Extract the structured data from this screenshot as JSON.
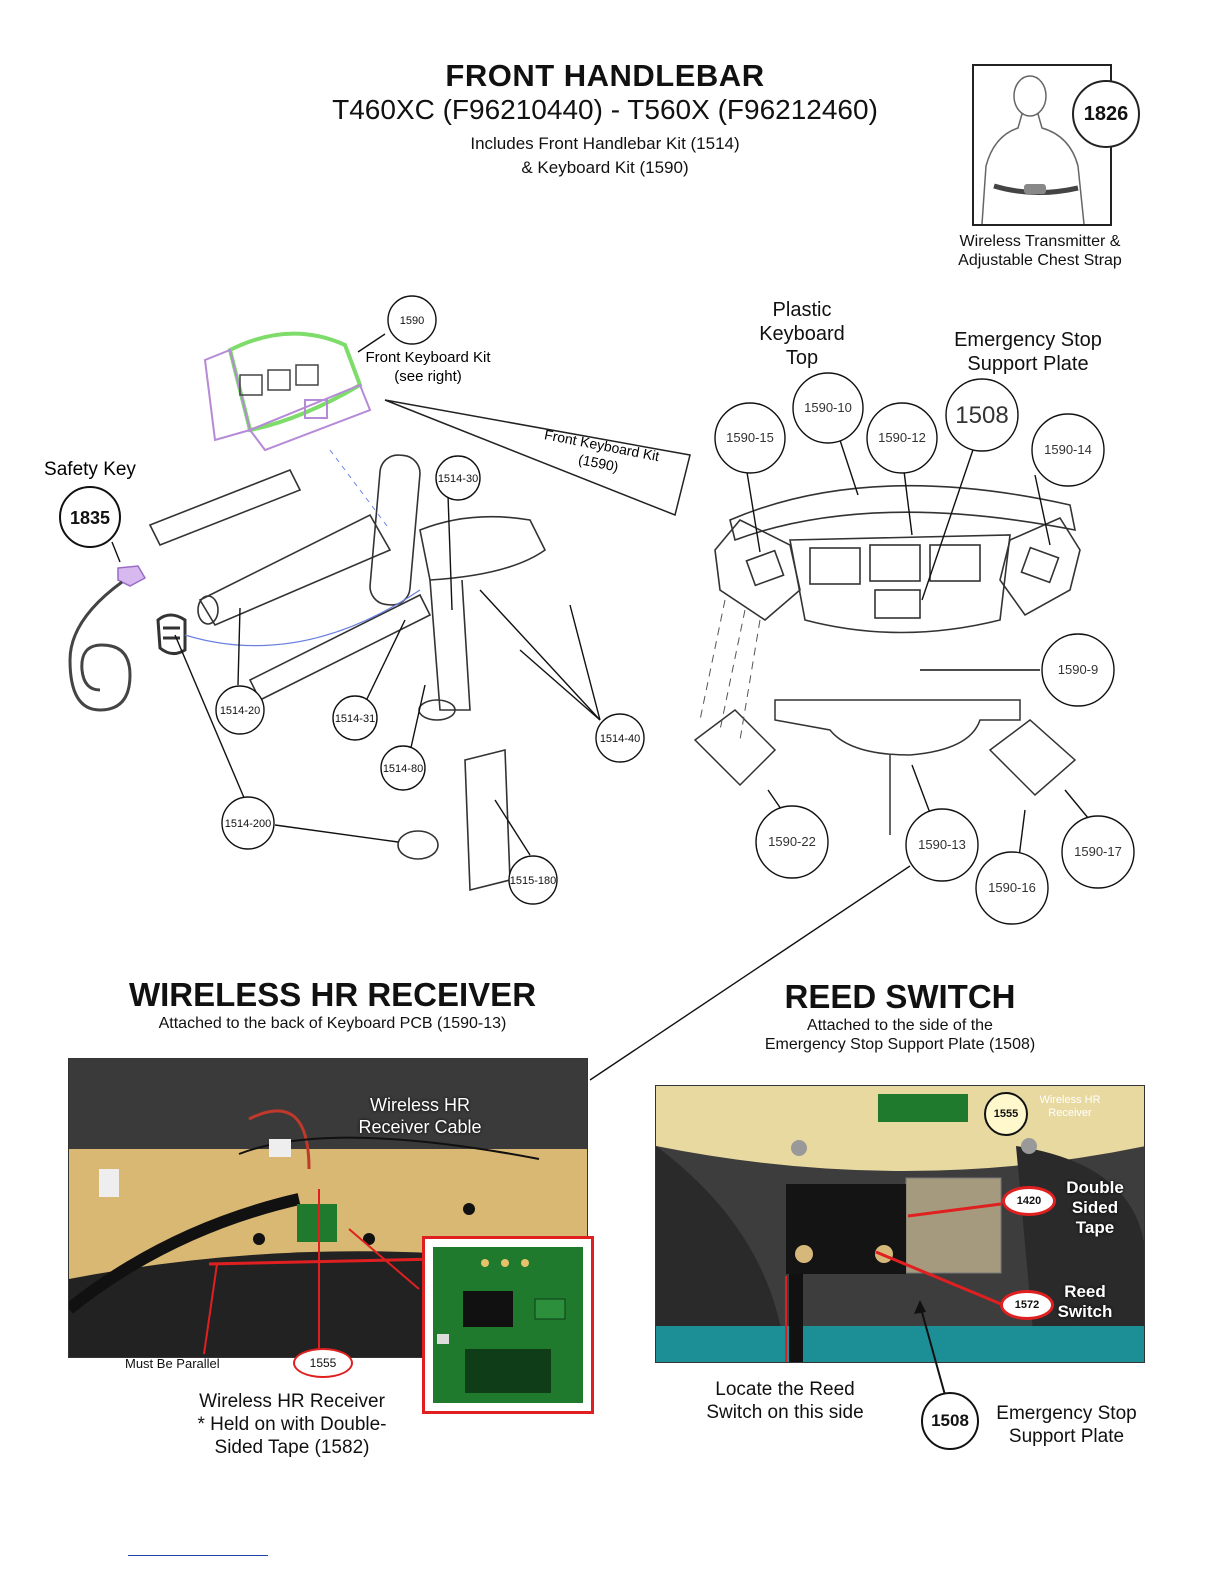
{
  "header": {
    "title": "FRONT HANDLEBAR",
    "models": "T460XC (F96210440) - T560X (F96212460)",
    "includes_line1": "Includes Front Handlebar Kit (1514)",
    "includes_line2": "& Keyboard Kit (1590)"
  },
  "chest_strap": {
    "part": "1826",
    "caption_line1": "Wireless Transmitter &",
    "caption_line2": "Adjustable Chest Strap"
  },
  "left_diagram": {
    "safety_key_label": "Safety Key",
    "safety_key_part": "1835",
    "keyboard_kit_part": "1590",
    "keyboard_kit_label_line1": "Front Keyboard Kit",
    "keyboard_kit_label_line2": "(see right)",
    "cone_label_line1": "Front Keyboard Kit",
    "cone_label_line2": "(1590)",
    "callouts": [
      "1514-30",
      "1514-20",
      "1514-31",
      "1514-80",
      "1514-40",
      "1514-200",
      "1515-180"
    ]
  },
  "right_diagram": {
    "plastic_top_line1": "Plastic",
    "plastic_top_line2": "Keyboard",
    "plastic_top_line3": "Top",
    "estop_line1": "Emergency Stop",
    "estop_line2": "Support Plate",
    "callouts": [
      "1590-15",
      "1590-10",
      "1590-12",
      "1508",
      "1590-14",
      "1590-9",
      "1590-22",
      "1590-13",
      "1590-16",
      "1590-17"
    ]
  },
  "wireless": {
    "title": "WIRELESS HR RECEIVER",
    "subtitle": "Attached to the back of Keyboard PCB (1590-13)",
    "cable_line1": "Wireless HR",
    "cable_line2": "Receiver Cable",
    "parallel": "Must Be Parallel",
    "part": "1555",
    "caption_line1": "Wireless HR Receiver",
    "caption_line2": "* Held on with Double-",
    "caption_line3": "Sided Tape (1582)"
  },
  "reed": {
    "title": "REED SWITCH",
    "subtitle_line1": "Attached to the side of the",
    "subtitle_line2": "Emergency Stop Support Plate (1508)",
    "hr_part": "1555",
    "hr_line1": "Wireless HR",
    "hr_line2": "Receiver",
    "tape_part": "1420",
    "tape_line1": "Double",
    "tape_line2": "Sided",
    "tape_line3": "Tape",
    "switch_part": "1572",
    "switch_line1": "Reed",
    "switch_line2": "Switch",
    "locate_line1": "Locate the Reed",
    "locate_line2": "Switch on this side",
    "plate_part": "1508",
    "plate_line1": "Emergency Stop",
    "plate_line2": "Support Plate"
  },
  "colors": {
    "accent_red": "#e02020",
    "pcb_green": "#1f7a2e",
    "board_tan": "#d9b873",
    "kit_green": "#7ddc6a",
    "kit_purple": "#b58ad6"
  }
}
